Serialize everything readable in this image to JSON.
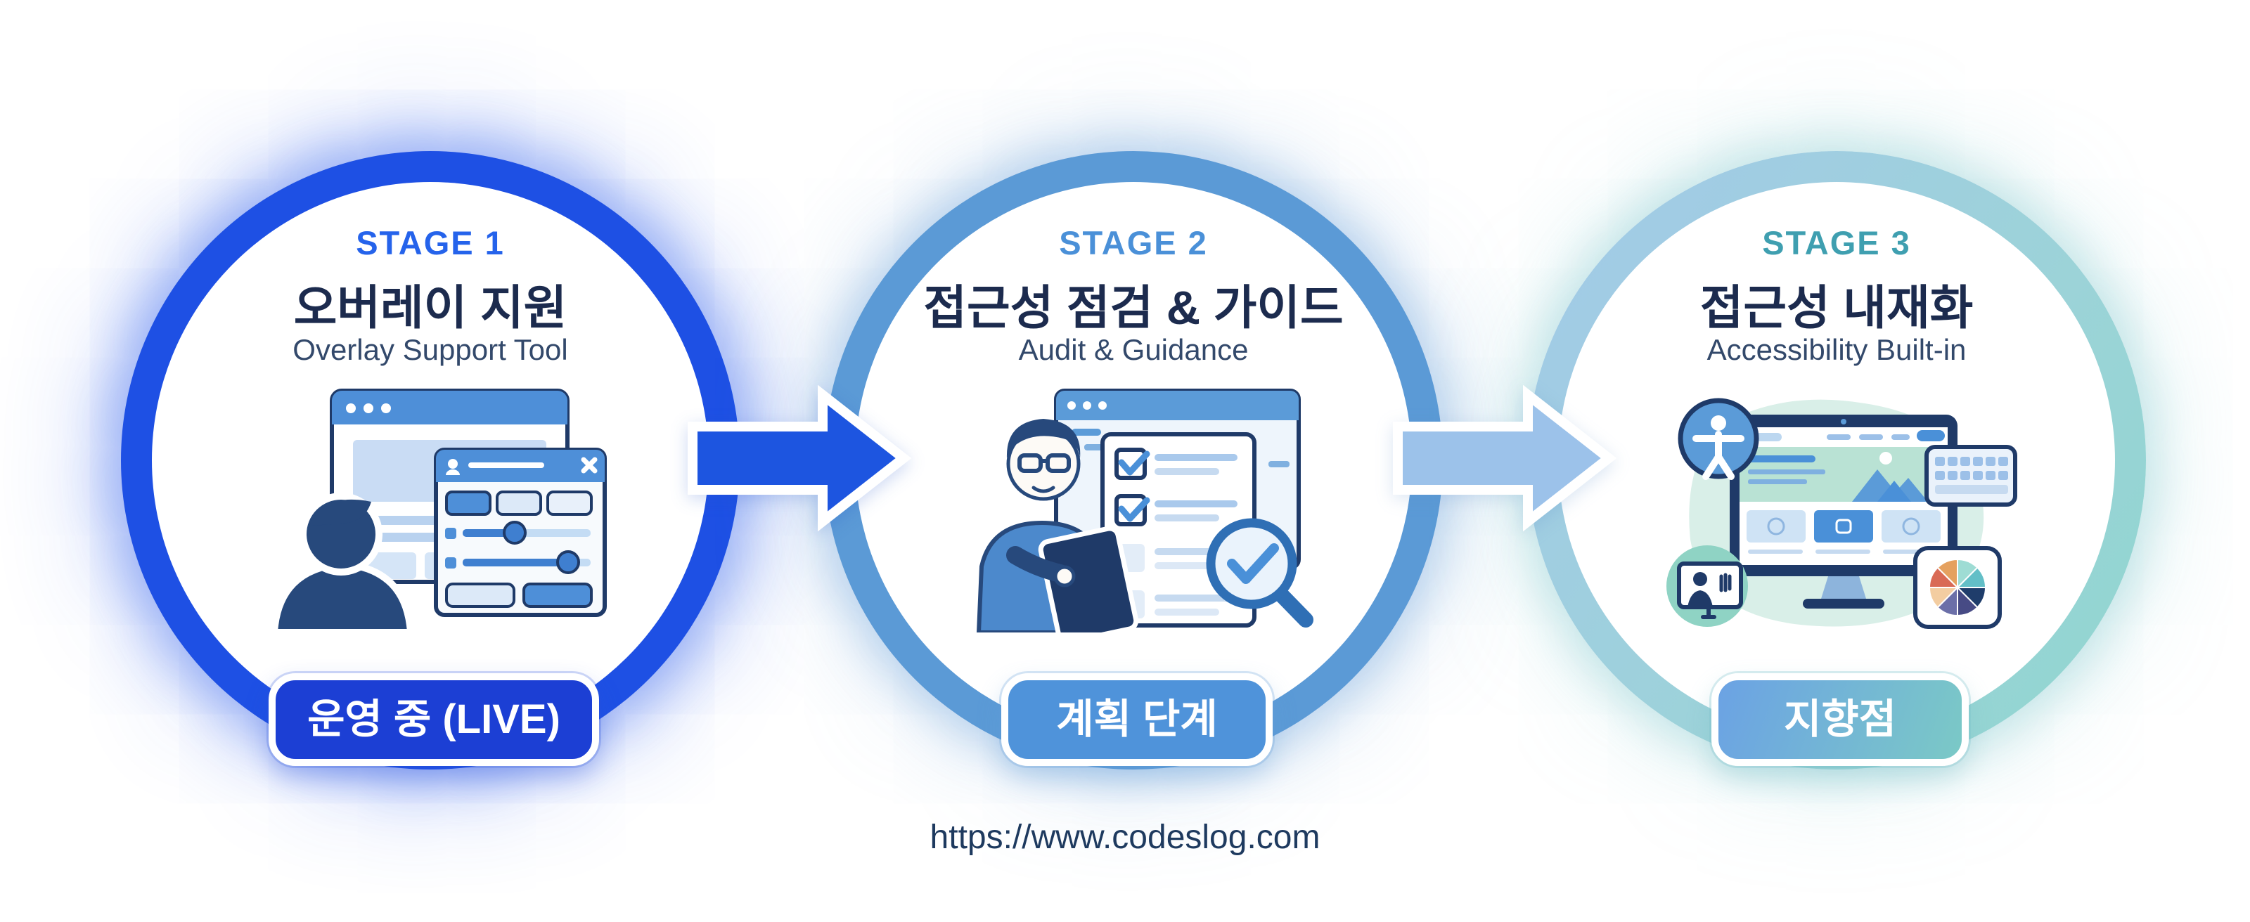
{
  "page": {
    "background": "#ffffff",
    "footer_url": "https://www.codeslog.com"
  },
  "stages": [
    {
      "stage_label": "STAGE 1",
      "title": "오버레이 지원",
      "subtitle": "Overlay Support Tool",
      "badge": "운영 중 (LIVE)",
      "accent": "#1e50e4",
      "label_color": "#2563eb",
      "badge_bg": "#1c3fd4",
      "illustration": "person-using-overlay-settings-panel",
      "icons": [
        "browser-window-icon",
        "overlay-panel-icon",
        "user-avatar-icon",
        "close-icon",
        "slider-icon",
        "person-silhouette-icon"
      ]
    },
    {
      "stage_label": "STAGE 2",
      "title": "접근성 점검 & 가이드",
      "subtitle": "Audit & Guidance",
      "badge": "계획 단계",
      "accent": "#5b9ad6",
      "label_color": "#4a90d8",
      "badge_bg": "#4f93da",
      "illustration": "auditor-with-checklist-and-magnifier",
      "icons": [
        "browser-window-icon",
        "checklist-icon",
        "checkbox-checked-icon",
        "magnifier-check-icon",
        "person-with-tablet-icon"
      ]
    },
    {
      "stage_label": "STAGE 3",
      "title": "접근성 내재화",
      "subtitle": "Accessibility Built-in",
      "badge": "지향점",
      "accent": "#9cd3d8",
      "label_color": "#3f9fb0",
      "badge_bg_gradient": [
        "#6ba2e4",
        "#7bc9c6"
      ],
      "illustration": "accessible-website-on-monitor",
      "icons": [
        "accessibility-person-icon",
        "monitor-icon",
        "keyboard-icon",
        "pie-chart-icon",
        "sign-language-video-icon",
        "mountain-image-icon"
      ]
    }
  ],
  "arrows": [
    {
      "from": "stage-1",
      "to": "stage-2",
      "color": "#1d55e0"
    },
    {
      "from": "stage-2",
      "to": "stage-3",
      "color": "#9cc2ea"
    }
  ],
  "colors": {
    "title_text": "#1c2b4e",
    "subtitle_text": "#33496b",
    "footer_text": "#1e3a5f",
    "illustration_line": "#1f3a68"
  }
}
